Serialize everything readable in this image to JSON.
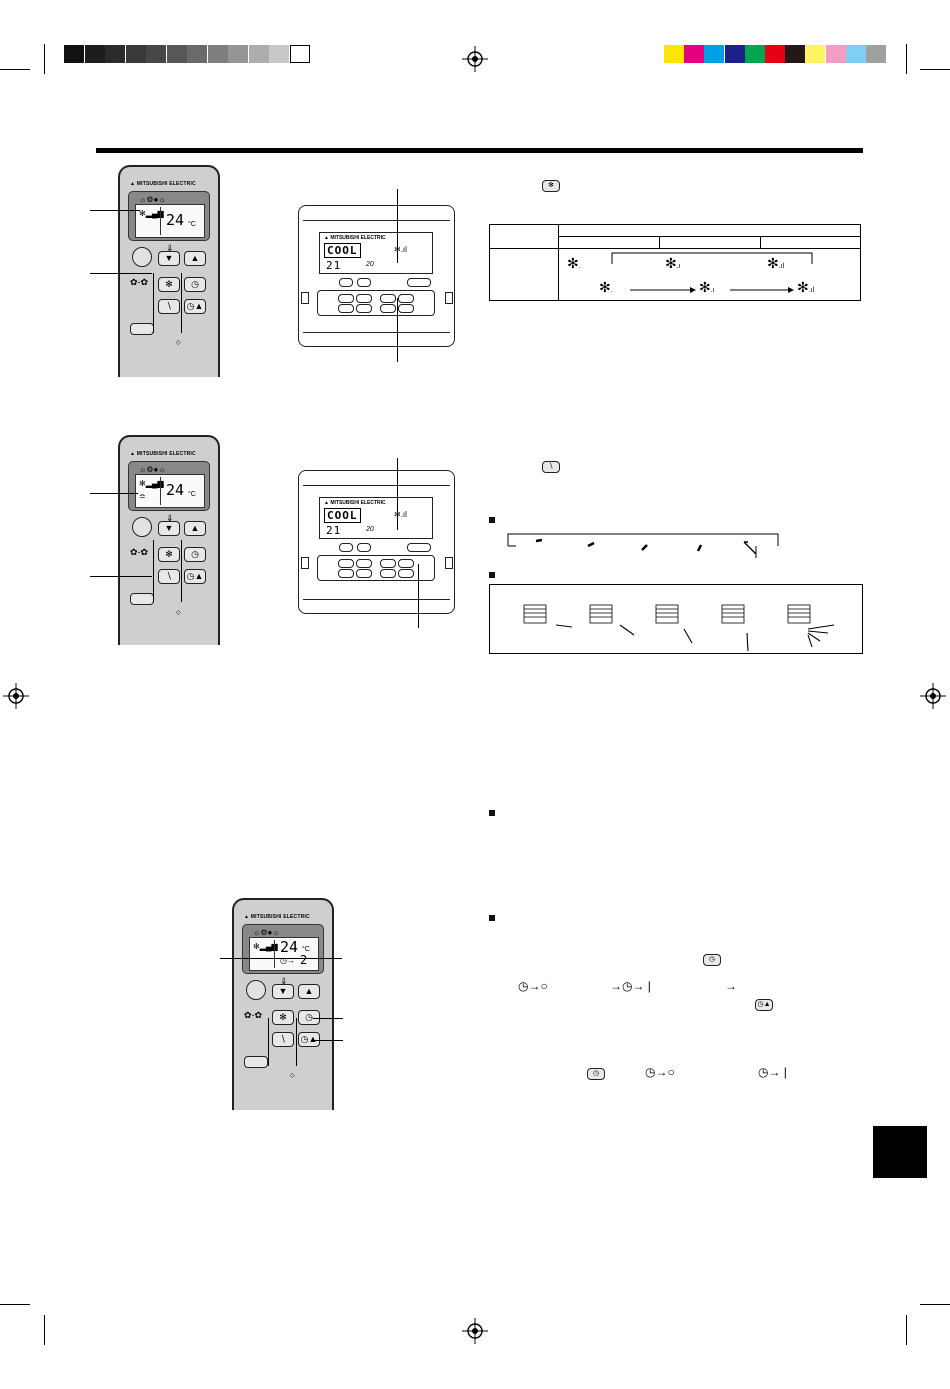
{
  "remote_lcd": {
    "temperature": "24",
    "unit": "°C",
    "timer_value": "2"
  },
  "wired_lcd": {
    "mode": "COOL",
    "set_temp": "21",
    "room_temp": "20"
  },
  "colors": {
    "gray_swatches": [
      "#111111",
      "#1d1d1d",
      "#2b2b2b",
      "#393939",
      "#474747",
      "#575757",
      "#6a6a6a",
      "#7e7e7e",
      "#959595",
      "#adadad",
      "#c8c8c8",
      "#ffffff"
    ],
    "color_swatches": [
      "#ffe600",
      "#e4007f",
      "#00a0e9",
      "#1d2088",
      "#00a650",
      "#e60012",
      "#231815",
      "#fff462",
      "#f19ec2",
      "#7fcef4",
      "#9fa0a0"
    ],
    "remote_body": "#cfcfcf"
  },
  "icons": [
    "registration-mark-icon",
    "fan-speed-icon",
    "airflow-vane-icon",
    "fan-button-icon",
    "vane-button-icon",
    "timer-on-icon",
    "timer-off-icon",
    "clock-icon"
  ]
}
